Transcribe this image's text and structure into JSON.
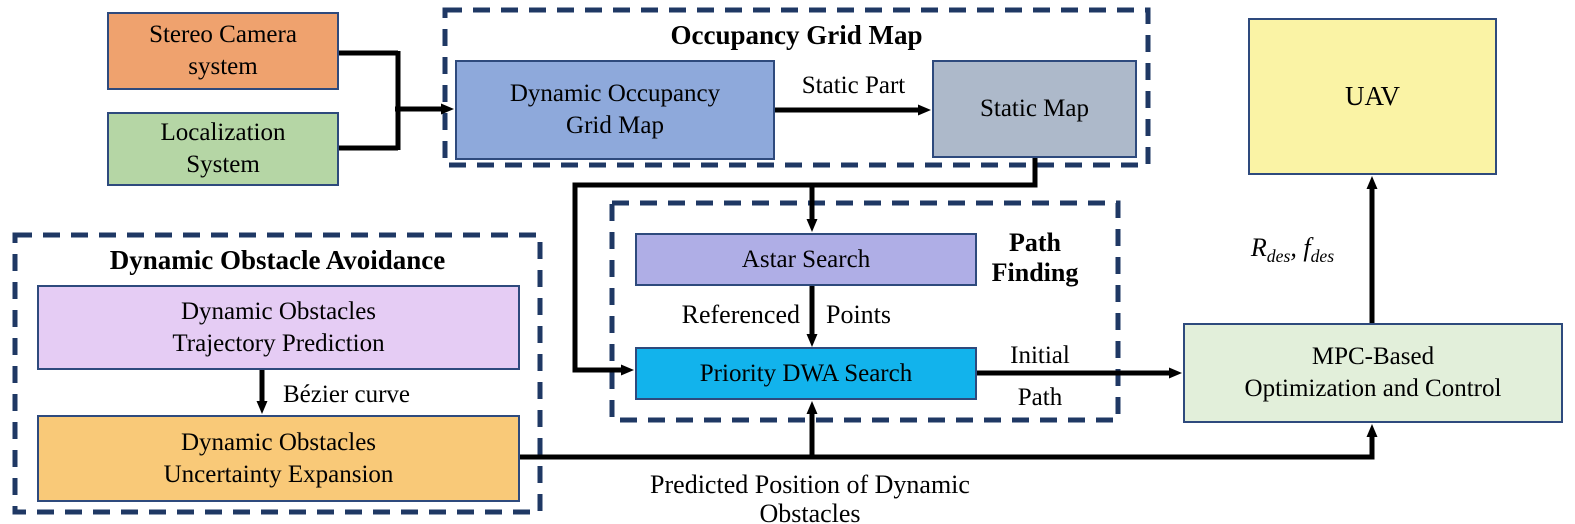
{
  "diagram": {
    "colors": {
      "group_border": "#1F3864",
      "node_border": "#2E4A7D",
      "connector": "#000000"
    },
    "groups": {
      "occupancy_grid_map": {
        "title": "Occupancy Grid Map"
      },
      "path_finding": {
        "title_lines": [
          "Path",
          "Finding"
        ]
      },
      "dynamic_obstacle_avoidance": {
        "title": "Dynamic Obstacle Avoidance"
      }
    },
    "nodes": {
      "stereo_camera": {
        "lines": [
          "Stereo Camera",
          "system"
        ],
        "fill": "#EFA26E"
      },
      "localization": {
        "lines": [
          "Localization",
          "System"
        ],
        "fill": "#B5D6A5"
      },
      "dynamic_occupancy": {
        "lines": [
          "Dynamic Occupancy",
          "Grid Map"
        ],
        "fill": "#8EA9DB"
      },
      "static_map": {
        "lines": [
          "Static Map"
        ],
        "fill": "#ADB9CA"
      },
      "uav": {
        "lines": [
          "UAV"
        ],
        "fill": "#FAF3A5"
      },
      "astar": {
        "lines": [
          "Astar Search"
        ],
        "fill": "#AFAEE6"
      },
      "priority_dwa": {
        "lines": [
          "Priority DWA Search"
        ],
        "fill": "#12B3EC"
      },
      "trajectory_prediction": {
        "lines": [
          "Dynamic Obstacles",
          "Trajectory Prediction"
        ],
        "fill": "#E5CCF4"
      },
      "uncertainty_expansion": {
        "lines": [
          "Dynamic Obstacles",
          "Uncertainty Expansion"
        ],
        "fill": "#F9C978"
      },
      "mpc": {
        "lines": [
          "MPC-Based",
          "Optimization and Control"
        ],
        "fill": "#E2EFDA"
      }
    },
    "edge_labels": {
      "static_part": "Static Part",
      "referenced": "Referenced",
      "points": "Points",
      "initial": "Initial",
      "path": "Path",
      "bezier_curve": "Bézier curve",
      "predicted_position": "Predicted Position of Dynamic Obstacles",
      "uav_command": {
        "r": "R",
        "r_sub": "des",
        "separator": ", ",
        "f": "f",
        "f_sub": "des"
      }
    }
  }
}
